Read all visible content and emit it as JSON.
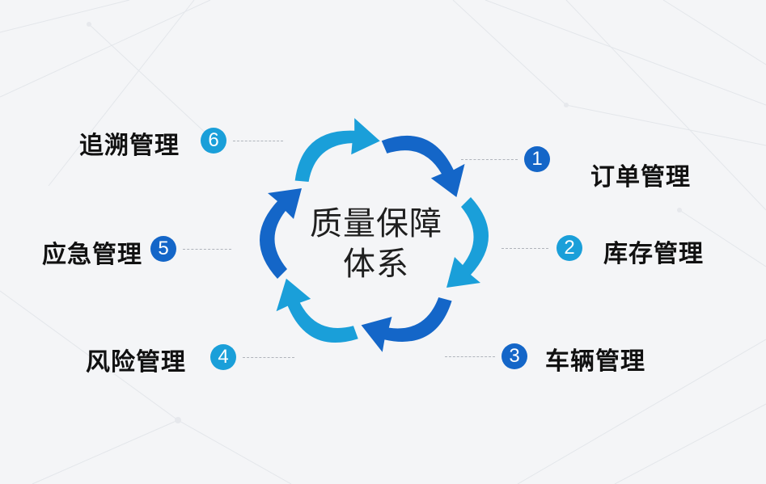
{
  "center": {
    "line1": "质量保障",
    "line2": "体系"
  },
  "colors": {
    "light_blue": "#1a9fd9",
    "dark_blue": "#1466c8",
    "background": "#f4f5f7"
  },
  "items": [
    {
      "number": "1",
      "label": "订单管理",
      "badge_color": "#1466c8"
    },
    {
      "number": "2",
      "label": "库存管理",
      "badge_color": "#1a9fd9"
    },
    {
      "number": "3",
      "label": "车辆管理",
      "badge_color": "#1466c8"
    },
    {
      "number": "4",
      "label": "风险管理",
      "badge_color": "#1a9fd9"
    },
    {
      "number": "5",
      "label": "应急管理",
      "badge_color": "#1466c8"
    },
    {
      "number": "6",
      "label": "追溯管理",
      "badge_color": "#1a9fd9"
    }
  ]
}
